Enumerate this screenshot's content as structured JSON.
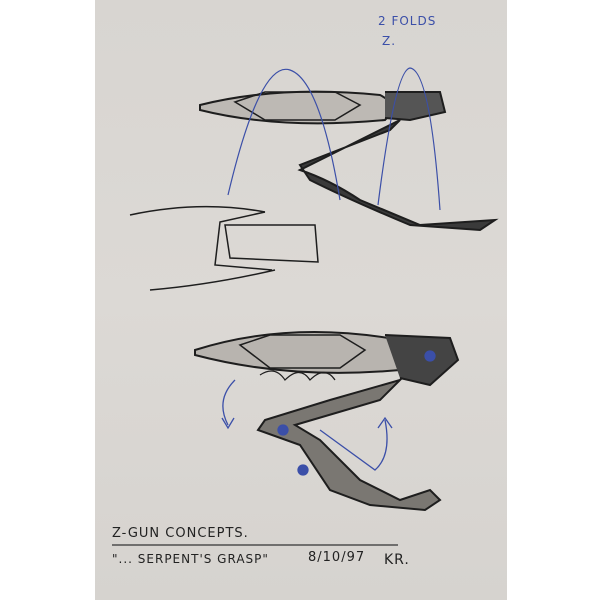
{
  "notes": {
    "top_right_line1": "2 FOLDS",
    "top_right_line2": "Z.",
    "caption_title": "Z-GUN CONCEPTS.",
    "caption_subtitle": "\"... SERPENT'S GRASP\"",
    "caption_date": "8/10/97",
    "caption_initials": "KR."
  },
  "colors": {
    "paper": "#d9d6d2",
    "ink": "#1e1e1e",
    "blue_ink": "#3b4fa8"
  }
}
